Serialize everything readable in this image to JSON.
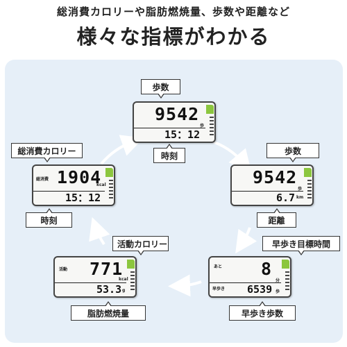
{
  "header": {
    "subtitle": "総消費カロリーや脂肪燃焼量、歩数や距離など",
    "title": "様々な指標がわかる"
  },
  "colors": {
    "panel": "#e6eff8",
    "accent_green": "#8cc63e"
  },
  "devices": {
    "top": {
      "label_top": "歩数",
      "label_bottom": "時刻",
      "main_value": "9542",
      "main_unit": "歩",
      "sub_value": "15：12"
    },
    "right": {
      "label_top": "歩数",
      "label_bottom": "距離",
      "main_value": "9542",
      "main_unit": "歩",
      "sub_value": "6.7",
      "sub_unit": "km"
    },
    "bottom_right": {
      "label_top": "早歩き目標時間",
      "label_bottom": "早歩き歩数",
      "main_tag": "あと",
      "main_value": "8",
      "main_unit": "分",
      "sub_tag": "早歩き",
      "sub_value": "6539",
      "sub_unit": "歩"
    },
    "bottom_left": {
      "label_top": "活動カロリー",
      "label_bottom": "脂肪燃焼量",
      "main_tag": "活動",
      "main_value": "771",
      "main_unit": "kcal",
      "sub_value": "53.3",
      "sub_unit": "g"
    },
    "left": {
      "label_top": "総消費カロリー",
      "label_bottom": "時刻",
      "main_tag": "総消費",
      "main_value": "1904",
      "main_unit": "kcal",
      "sub_value": "15：12"
    }
  }
}
